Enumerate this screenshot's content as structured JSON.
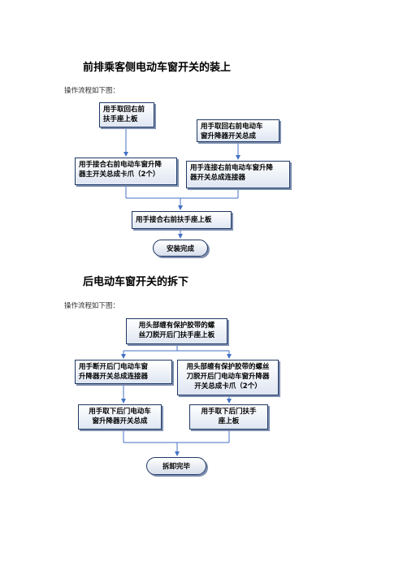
{
  "section1": {
    "title": "前排乘客侧电动车窗开关的装上",
    "caption": "操作流程如下图：",
    "steps": {
      "s1": "用手取回右前\n扶手座上板",
      "s2": "用手取回右前电动车\n窗升降器开关总成",
      "s3": "用手接合右前电动车窗升降\n器主开关总成卡爪（2个）",
      "s4": "用手连接右前电动车窗升降\n器开关总成连接器",
      "s5": "用手接合右前扶手座上板",
      "end": "安装完成"
    }
  },
  "section2": {
    "title": "后电动车窗开关的拆下",
    "caption": "操作流程如下图：",
    "steps": {
      "s1": "用头部缠有保护胶带的螺\n丝刀脱开后门扶手座上板",
      "s2": "用手断开后门电动车窗\n升降器开关总成连接器",
      "s3": "用头部缠有保护胶带的螺丝\n刀脱开后门电动车窗升降器\n开关总成卡爪（2个）",
      "s4": "用手取下后门电动车\n窗升降器开关总成",
      "s5": "用手取下后门扶手\n座上板",
      "end": "拆卸完毕"
    }
  }
}
